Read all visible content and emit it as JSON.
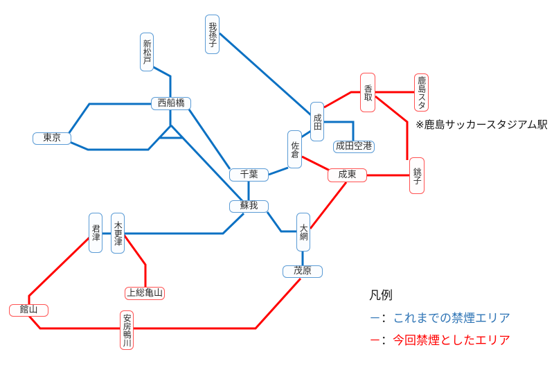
{
  "annotation": {
    "text": "※鹿島サッカースタジアム駅"
  },
  "legend": {
    "title": "凡例",
    "items": [
      {
        "marker": "－",
        "colon": "：",
        "label": "これまでの禁煙エリア",
        "color": "#2E74B5",
        "meaning": "existing-nosmoking-area"
      },
      {
        "marker": "－",
        "colon": "：",
        "label": "今回禁煙としたエリア",
        "color": "#FF0000",
        "meaning": "new-nosmoking-area"
      }
    ]
  },
  "colors": {
    "existing_area_line": "#0C71C3",
    "new_area_line": "#FF0000",
    "existing_station_border": "#5B9BD5",
    "new_station_border": "#FF5252"
  },
  "stations": {
    "abiko": {
      "label": "我孫子",
      "status": "existing"
    },
    "shinmatsudo": {
      "label": "新松戸",
      "status": "existing"
    },
    "nishifunabashi": {
      "label": "西船橋",
      "status": "existing"
    },
    "tokyo": {
      "label": "東京",
      "status": "existing"
    },
    "narita": {
      "label": "成田",
      "status": "existing"
    },
    "katori": {
      "label": "香取",
      "status": "new"
    },
    "kashima_sta": {
      "label": "鹿島スタ",
      "status": "new"
    },
    "sakura": {
      "label": "佐倉",
      "status": "existing"
    },
    "narita_airport": {
      "label": "成田空港",
      "status": "existing"
    },
    "naruto": {
      "label": "成東",
      "status": "new"
    },
    "choshi": {
      "label": "銚子",
      "status": "new"
    },
    "chiba": {
      "label": "千葉",
      "status": "existing"
    },
    "soga": {
      "label": "蘇我",
      "status": "existing"
    },
    "kimitsu": {
      "label": "君津",
      "status": "existing"
    },
    "kisarazu": {
      "label": "木更津",
      "status": "existing"
    },
    "oami": {
      "label": "大網",
      "status": "existing"
    },
    "mobara": {
      "label": "茂原",
      "status": "existing"
    },
    "kazusa_kameyama": {
      "label": "上総亀山",
      "status": "new"
    },
    "tateyama": {
      "label": "館山",
      "status": "new"
    },
    "awa_kamogawa": {
      "label": "安房鴨川",
      "status": "new"
    }
  }
}
